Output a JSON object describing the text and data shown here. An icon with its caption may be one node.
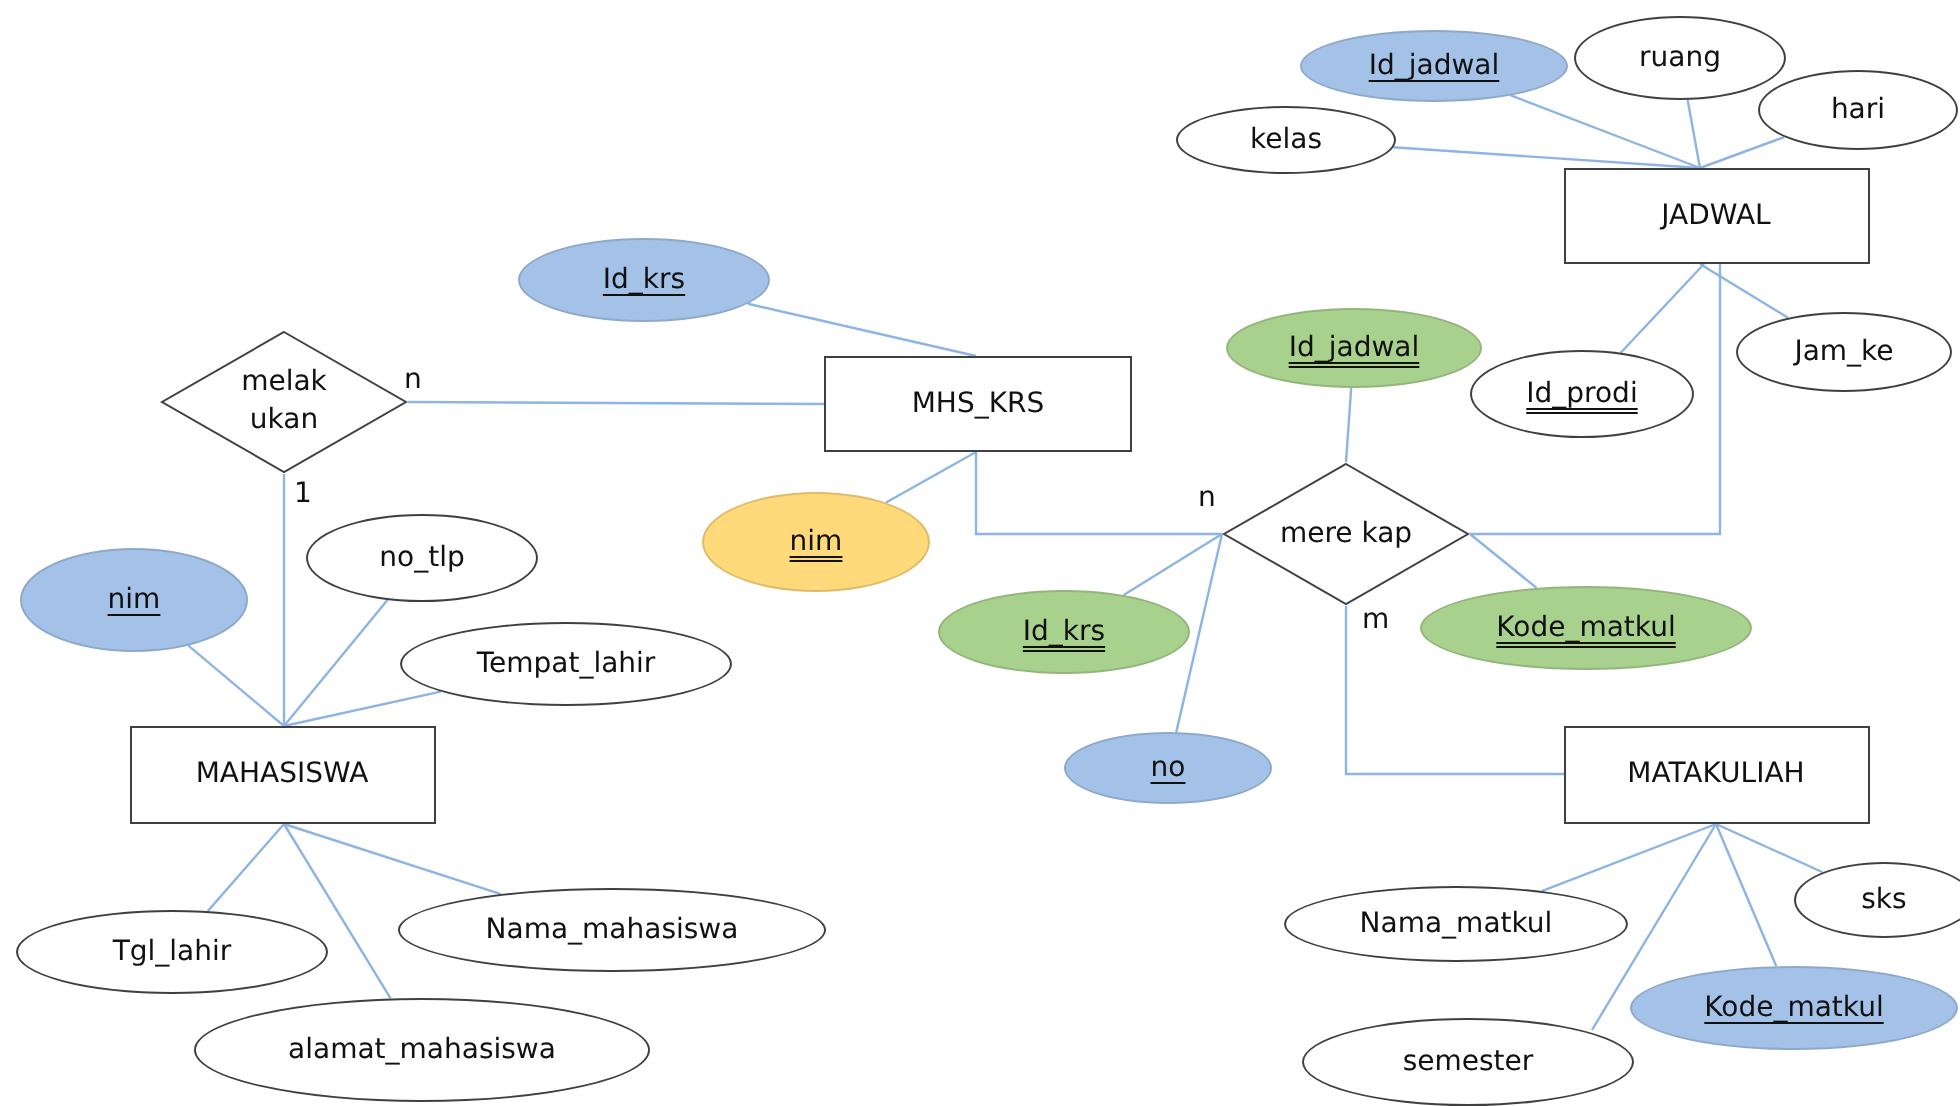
{
  "diagram": {
    "nodes": [
      {
        "text": [
          "kelas"
        ]
      },
      {
        "text": [
          "Id_jadwal"
        ]
      },
      {
        "text": [
          "ruang"
        ]
      },
      {
        "text": [
          "hari"
        ]
      },
      {
        "text": [
          "JADWAL"
        ]
      },
      {
        "text": [
          "Jam_ke"
        ]
      },
      {
        "text": [
          "Id_prodi"
        ]
      },
      {
        "text": [
          "Id_jadwal"
        ]
      },
      {
        "text": [
          "Id_krs"
        ]
      },
      {
        "text": [
          "melak ukan"
        ]
      },
      {
        "text": [
          "MHS_KRS"
        ]
      },
      {
        "text": [
          "nim"
        ]
      },
      {
        "text": [
          "mere kap"
        ]
      },
      {
        "text": [
          "Id_krs"
        ]
      },
      {
        "text": [
          "Kode_matkul"
        ]
      },
      {
        "text": [
          "no"
        ]
      },
      {
        "text": [
          "MATAKULIAH"
        ]
      },
      {
        "text": [
          "nim"
        ]
      },
      {
        "text": [
          "no_tlp"
        ]
      },
      {
        "text": [
          "Tempat_lahir"
        ]
      },
      {
        "text": [
          "MAHASISWA"
        ]
      },
      {
        "text": [
          "Tgl_lahir"
        ]
      },
      {
        "text": [
          "Nama_mahasiswa"
        ]
      },
      {
        "text": [
          "alamat_mahasiswa"
        ]
      },
      {
        "text": [
          "Nama_matkul"
        ]
      },
      {
        "text": [
          "sks"
        ]
      },
      {
        "text": [
          "Kode_matkul"
        ]
      },
      {
        "text": [
          "semester"
        ]
      }
    ],
    "edges": [
      {
        "from": 0,
        "to": 4,
        "arrow": "none"
      },
      {
        "from": 1,
        "to": 4,
        "arrow": "none"
      },
      {
        "from": 2,
        "to": 4,
        "arrow": "none"
      },
      {
        "from": 3,
        "to": 4,
        "arrow": "none"
      },
      {
        "from": 5,
        "to": 4,
        "arrow": "none"
      },
      {
        "from": 6,
        "to": 4,
        "arrow": "none"
      },
      {
        "from": 4,
        "to": 12,
        "arrow": "none"
      },
      {
        "from": 7,
        "to": 12,
        "arrow": "none"
      },
      {
        "from": 8,
        "to": 10,
        "arrow": "none"
      },
      {
        "from": 11,
        "to": 10,
        "arrow": "none"
      },
      {
        "from": 9,
        "to": 10,
        "arrow": "none"
      },
      {
        "from": 10,
        "to": 12,
        "arrow": "none"
      },
      {
        "from": 13,
        "to": 12,
        "arrow": "none"
      },
      {
        "from": 15,
        "to": 12,
        "arrow": "none"
      },
      {
        "from": 14,
        "to": 12,
        "arrow": "none"
      },
      {
        "from": 12,
        "to": 16,
        "arrow": "none"
      },
      {
        "from": 9,
        "to": 20,
        "arrow": "none"
      },
      {
        "from": 17,
        "to": 20,
        "arrow": "none"
      },
      {
        "from": 18,
        "to": 20,
        "arrow": "none"
      },
      {
        "from": 19,
        "to": 20,
        "arrow": "none"
      },
      {
        "from": 20,
        "to": 21,
        "arrow": "none"
      },
      {
        "from": 20,
        "to": 22,
        "arrow": "none"
      },
      {
        "from": 20,
        "to": 23,
        "arrow": "none"
      },
      {
        "from": 16,
        "to": 24,
        "arrow": "none"
      },
      {
        "from": 16,
        "to": 25,
        "arrow": "none"
      },
      {
        "from": 16,
        "to": 26,
        "arrow": "none"
      },
      {
        "from": 16,
        "to": 27,
        "arrow": "none"
      }
    ],
    "labels": [
      "n",
      "1",
      "n",
      "m"
    ]
  }
}
